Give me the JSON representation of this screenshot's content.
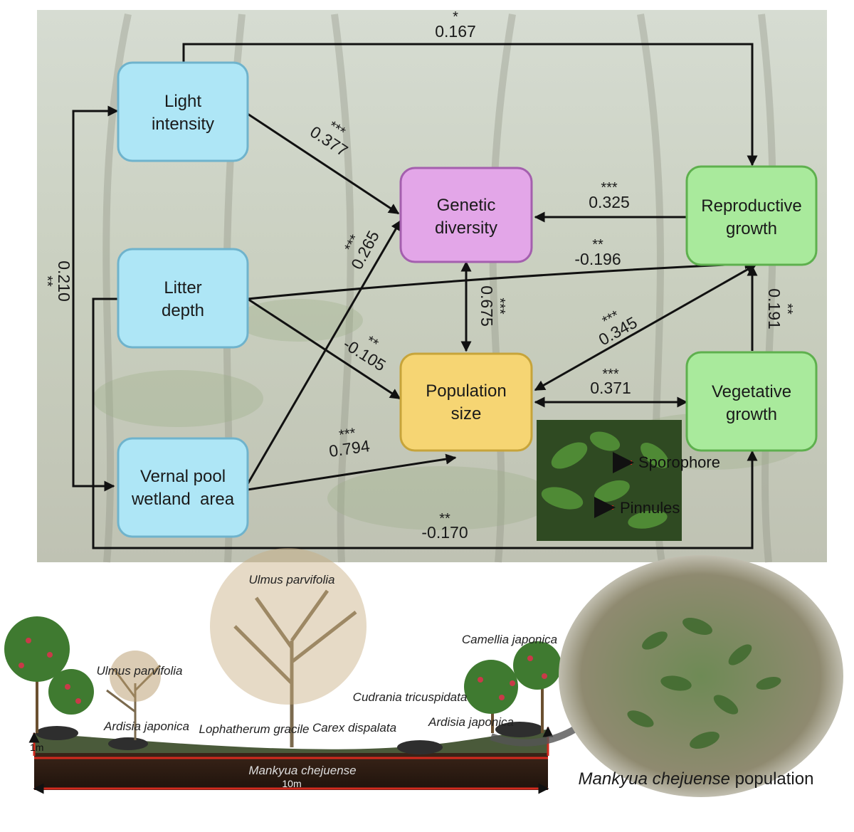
{
  "nodes": {
    "light": {
      "lines": [
        "Light",
        "intensity"
      ],
      "color": "#aee6f6"
    },
    "litter": {
      "lines": [
        "Litter",
        "depth"
      ],
      "color": "#aee6f6"
    },
    "vernal": {
      "lines": [
        "Vernal pool",
        "wetland  area"
      ],
      "color": "#aee6f6"
    },
    "genetic": {
      "lines": [
        "Genetic",
        "diversity"
      ],
      "color": "#e3a6e8"
    },
    "population": {
      "lines": [
        "Population",
        "size"
      ],
      "color": "#f6d573"
    },
    "reproductive": {
      "lines": [
        "Reproductive",
        "growth"
      ],
      "color": "#a9ea9c"
    },
    "vegetative": {
      "lines": [
        "Vegetative",
        "growth"
      ],
      "color": "#a9ea9c"
    }
  },
  "edges": [
    {
      "id": "light-reproductive",
      "coef": "0.167",
      "sig": "*"
    },
    {
      "id": "light-genetic",
      "coef": "0.377",
      "sig": "***"
    },
    {
      "id": "reproductive-genetic",
      "coef": "0.325",
      "sig": "***"
    },
    {
      "id": "vernal-light",
      "coef": "0.210",
      "sig": "**"
    },
    {
      "id": "vernal-genetic",
      "coef": "0.265",
      "sig": "***"
    },
    {
      "id": "litter-reproductive",
      "coef": "-0.196",
      "sig": "**"
    },
    {
      "id": "genetic-population",
      "coef": "0.675",
      "sig": "***"
    },
    {
      "id": "vegetative-reproductive",
      "coef": "0.191",
      "sig": "**"
    },
    {
      "id": "population-reproductive",
      "coef": "0.345",
      "sig": "***"
    },
    {
      "id": "litter-population",
      "coef": "-0.105",
      "sig": "**"
    },
    {
      "id": "population-vegetative",
      "coef": "0.371",
      "sig": "***"
    },
    {
      "id": "vernal-population",
      "coef": "0.794",
      "sig": "***"
    },
    {
      "id": "litter-vegetative",
      "coef": "-0.170",
      "sig": "**"
    }
  ],
  "inset": {
    "label_top": "Sporophore",
    "label_bottom": "Pinnules"
  },
  "species_labels": {
    "ulmus_top": "Ulmus parvifolia",
    "ulmus_left": "Ulmus parvifolia",
    "camellia": "Camellia japonica",
    "cudrania": "Cudrania tricuspidata",
    "ardisia_left": "Ardisia japonica",
    "lophatherum": "Lophatherum gracile",
    "carex": "Carex dispalata",
    "ardisia_right": "Ardisia japonica",
    "mankyua": "Mankyua chejuense"
  },
  "scale": {
    "height": "1m",
    "width": "10m"
  },
  "population_caption": {
    "italic": "Mankyua chejuense",
    "rest": " population"
  }
}
